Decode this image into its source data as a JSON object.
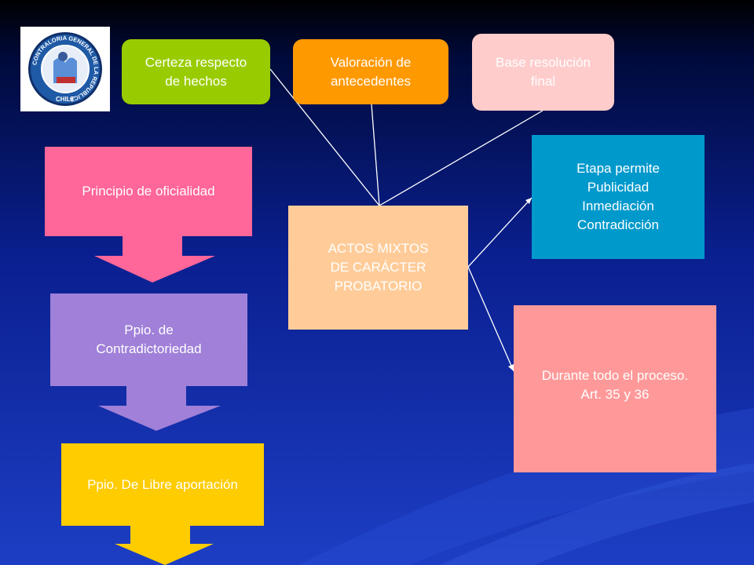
{
  "logo": {
    "ring_text": "CONTRALORIA GENERAL DE LA REPUBLICA",
    "country": "CHILE",
    "colors": {
      "ring": "#1f5aa6",
      "ring_border": "#102f6a",
      "inner": "#e8eef8"
    }
  },
  "top_boxes": {
    "certeza": {
      "text": "Certeza respecto\nde hechos",
      "color": "#99cc00",
      "text_color": "#ffffff"
    },
    "valoracion": {
      "text": "Valoración de\nantecedentes",
      "color": "#ff9900",
      "text_color": "#ffffff"
    },
    "base": {
      "text": "Base resolución\nfinal",
      "color": "#ffcccc",
      "text_color": "#ffffff"
    }
  },
  "center": {
    "text": "ACTOS MIXTOS\nDE CARÁCTER\nPROBATORIO",
    "color": "#ffcc99",
    "text_color": "#ffffff"
  },
  "right_boxes": {
    "etapa": {
      "text": "Etapa permite\nPublicidad\nInmediación\nContradicción",
      "color": "#0099cc",
      "text_color": "#ffffff"
    },
    "durante": {
      "text": "Durante todo el proceso.\nArt. 35 y 36",
      "color": "#ff9999",
      "text_color": "#ffffff"
    }
  },
  "principles": [
    {
      "text": "Principio de oficialidad",
      "color": "#ff6699",
      "text_color": "#ffffff"
    },
    {
      "text": "Ppio. de\nContradictoriedad",
      "color": "#a080d8",
      "text_color": "#ffffff"
    },
    {
      "text": "Ppio. De Libre aportación",
      "color": "#ffcc00",
      "text_color": "#ffffff"
    }
  ],
  "connector_color": "#ffffff"
}
